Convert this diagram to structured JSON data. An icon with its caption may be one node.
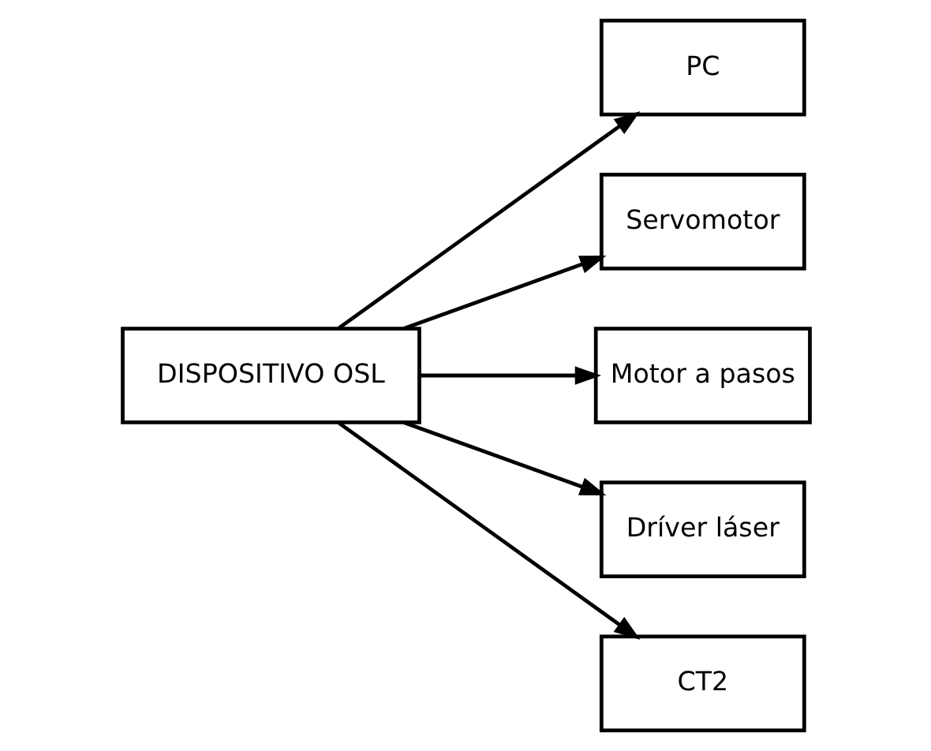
{
  "diagram": {
    "nodes": [
      {
        "text": [
          "DISPOSITIVO OSL"
        ]
      },
      {
        "text": [
          "PC"
        ]
      },
      {
        "text": [
          "Servomotor"
        ]
      },
      {
        "text": [
          "Motor a pasos"
        ]
      },
      {
        "text": [
          "Dríver láser"
        ]
      },
      {
        "text": [
          "CT2"
        ]
      }
    ],
    "edges": [
      {
        "from": 0,
        "to": 1,
        "arrow": "to"
      },
      {
        "from": 0,
        "to": 2,
        "arrow": "to"
      },
      {
        "from": 0,
        "to": 3,
        "arrow": "to"
      },
      {
        "from": 0,
        "to": 4,
        "arrow": "to"
      },
      {
        "from": 0,
        "to": 5,
        "arrow": "to"
      }
    ]
  }
}
